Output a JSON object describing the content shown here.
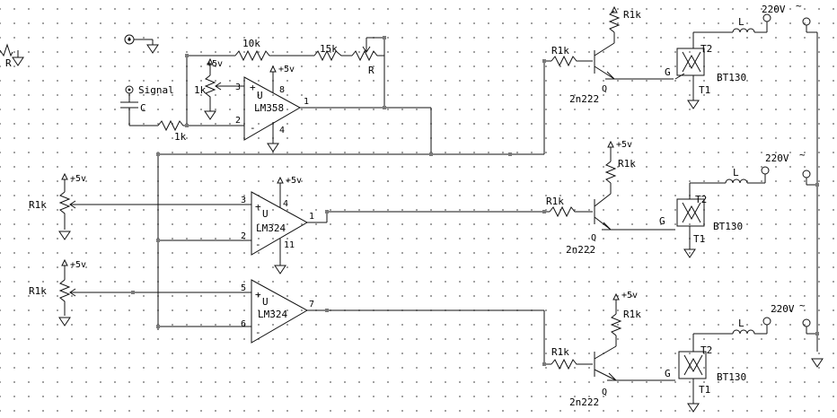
{
  "labels": {
    "signal": "Signal",
    "c": "C",
    "r_top": "R",
    "r_stray": "R",
    "r1k": "R1k",
    "k1": "1k",
    "k10": "10k",
    "k15": "15k",
    "p5v": "+5v",
    "u": "U",
    "lm358": "LM358",
    "lm324": "LM324",
    "q": "Q",
    "q2n": "2n222",
    "g": "G",
    "t1": "T1",
    "t2": "T2",
    "bt": "BT130",
    "v220": "220V",
    "l": "L",
    "tilde": "~",
    "plus": "+",
    "minus": "-",
    "pin1": "1",
    "pin2": "2",
    "pin3": "3",
    "pin4": "4",
    "pin5": "5",
    "pin6": "6",
    "pin7": "7",
    "pin8": "8",
    "pin11": "11"
  }
}
